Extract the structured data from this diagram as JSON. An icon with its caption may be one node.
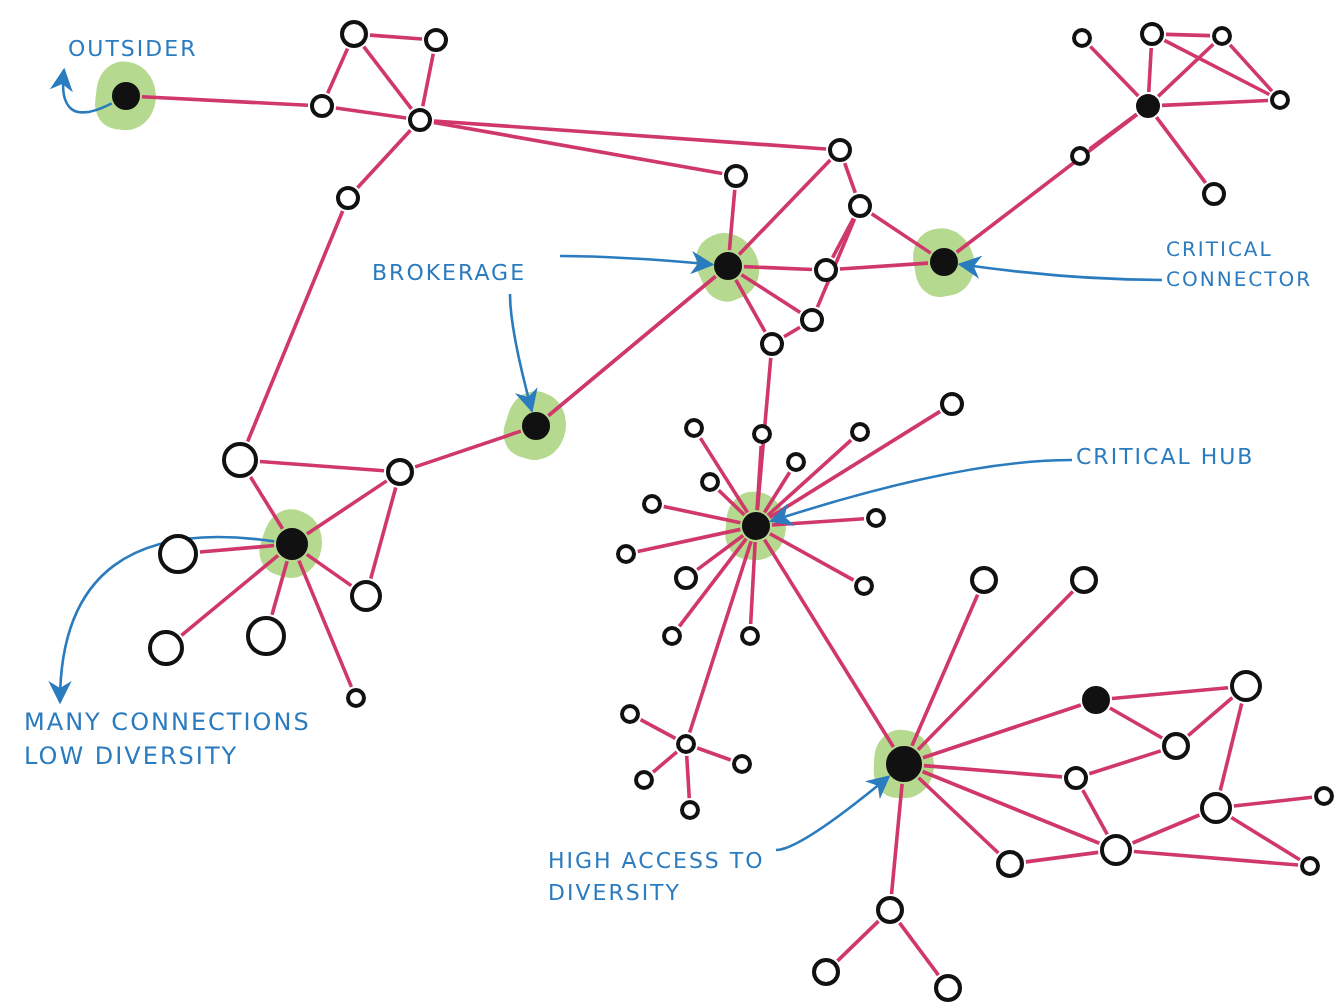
{
  "diagram": {
    "nodes": [
      {
        "text": [
          "OUTSIDER"
        ]
      },
      {
        "text": [],
        "shape": "circle"
      },
      {
        "text": [],
        "shape": "circle"
      },
      {
        "text": [],
        "shape": "circle"
      },
      {
        "text": [],
        "shape": "circle"
      },
      {
        "text": [],
        "shape": "circle"
      },
      {
        "text": [],
        "shape": "circle"
      },
      {
        "text": [],
        "shape": "circle"
      },
      {
        "text": [],
        "shape": "circle"
      },
      {
        "text": [],
        "shape": "circle"
      },
      {
        "text": [],
        "shape": "circle"
      },
      {
        "text": [],
        "shape": "circle"
      },
      {
        "text": [],
        "shape": "circle"
      },
      {
        "text": [],
        "shape": "circle"
      },
      {
        "text": [],
        "shape": "circle"
      },
      {
        "text": [],
        "shape": "circle"
      },
      {
        "text": [],
        "shape": "circle"
      },
      {
        "text": [
          "BROKERAGE"
        ]
      },
      {
        "text": [],
        "shape": "circle"
      },
      {
        "text": [],
        "shape": "circle"
      },
      {
        "text": [],
        "shape": "circle"
      },
      {
        "text": [
          "CRITICAL CONNECTOR"
        ]
      },
      {
        "text": [],
        "shape": "circle"
      },
      {
        "text": [],
        "shape": "circle"
      },
      {
        "text": [],
        "shape": "circle"
      },
      {
        "text": [
          "CRITICAL HUB"
        ]
      },
      {
        "text": [],
        "shape": "circle"
      },
      {
        "text": [],
        "shape": "circle"
      },
      {
        "text": [],
        "shape": "circle"
      },
      {
        "text": [],
        "shape": "circle"
      },
      {
        "text": [],
        "shape": "circle"
      },
      {
        "text": [],
        "shape": "circle"
      },
      {
        "text": [],
        "shape": "circle"
      },
      {
        "text": [],
        "shape": "circle"
      },
      {
        "text": [],
        "shape": "circle"
      },
      {
        "text": [],
        "shape": "circle"
      },
      {
        "text": [],
        "shape": "circle"
      },
      {
        "text": [],
        "shape": "circle"
      },
      {
        "text": [],
        "shape": "circle"
      },
      {
        "text": [],
        "shape": "circle"
      },
      {
        "text": [],
        "shape": "circle"
      },
      {
        "text": [],
        "shape": "circle"
      },
      {
        "text": [],
        "shape": "circle"
      },
      {
        "text": [],
        "shape": "circle"
      },
      {
        "text": [],
        "shape": "circle"
      },
      {
        "text": [],
        "shape": "circle"
      },
      {
        "text": [],
        "shape": "circle"
      },
      {
        "text": [],
        "shape": "circle"
      },
      {
        "text": [],
        "shape": "circle"
      },
      {
        "text": [],
        "shape": "circle"
      },
      {
        "text": [],
        "shape": "circle"
      },
      {
        "text": [],
        "shape": "circle"
      },
      {
        "text": [],
        "shape": "circle"
      },
      {
        "text": [
          "MANY CONNECTIONS LOW DIVERSITY"
        ]
      },
      {
        "text": [],
        "shape": "circle"
      },
      {
        "text": [],
        "shape": "circle"
      },
      {
        "text": [],
        "shape": "circle"
      },
      {
        "text": [],
        "shape": "circle"
      },
      {
        "text": [],
        "shape": "circle"
      },
      {
        "text": [],
        "shape": "circle"
      },
      {
        "text": [],
        "shape": "circle"
      },
      {
        "text": [],
        "shape": "circle"
      },
      {
        "text": [],
        "shape": "circle"
      },
      {
        "text": [],
        "shape": "circle"
      },
      {
        "text": [
          "HIGH ACCESS TO DIVERSITY"
        ]
      },
      {
        "text": [],
        "shape": "circle"
      },
      {
        "text": [],
        "shape": "circle"
      },
      {
        "text": [],
        "shape": "circle"
      },
      {
        "text": [],
        "shape": "circle"
      },
      {
        "text": [],
        "shape": "circle"
      }
    ],
    "edges": [
      {
        "from": 1,
        "to": 4,
        "arrow": "none"
      },
      {
        "from": 4,
        "to": 2,
        "arrow": "none"
      },
      {
        "from": 4,
        "to": 5,
        "arrow": "none"
      },
      {
        "from": 2,
        "to": 5,
        "arrow": "none"
      },
      {
        "from": 2,
        "to": 3,
        "arrow": "none"
      },
      {
        "from": 3,
        "to": 5,
        "arrow": "none"
      },
      {
        "from": 5,
        "to": 6,
        "arrow": "none"
      },
      {
        "from": 5,
        "to": 14,
        "arrow": "none"
      },
      {
        "from": 5,
        "to": 15,
        "arrow": "none"
      },
      {
        "from": 6,
        "to": 32,
        "arrow": "none"
      },
      {
        "from": 7,
        "to": 10,
        "arrow": "none"
      },
      {
        "from": 8,
        "to": 10,
        "arrow": "none"
      },
      {
        "from": 8,
        "to": 9,
        "arrow": "none"
      },
      {
        "from": 8,
        "to": 11,
        "arrow": "none"
      },
      {
        "from": 9,
        "to": 10,
        "arrow": "none"
      },
      {
        "from": 9,
        "to": 11,
        "arrow": "none"
      },
      {
        "from": 10,
        "to": 11,
        "arrow": "none"
      },
      {
        "from": 10,
        "to": 12,
        "arrow": "none"
      },
      {
        "from": 10,
        "to": 13,
        "arrow": "none"
      },
      {
        "from": 20,
        "to": 10,
        "arrow": "none"
      },
      {
        "from": 15,
        "to": 18,
        "arrow": "none"
      },
      {
        "from": 14,
        "to": 18,
        "arrow": "none"
      },
      {
        "from": 14,
        "to": 16,
        "arrow": "none"
      },
      {
        "from": 16,
        "to": 19,
        "arrow": "none"
      },
      {
        "from": 16,
        "to": 20,
        "arrow": "none"
      },
      {
        "from": 18,
        "to": 19,
        "arrow": "none"
      },
      {
        "from": 19,
        "to": 20,
        "arrow": "none"
      },
      {
        "from": 18,
        "to": 22,
        "arrow": "none"
      },
      {
        "from": 18,
        "to": 23,
        "arrow": "none"
      },
      {
        "from": 16,
        "to": 22,
        "arrow": "none"
      },
      {
        "from": 22,
        "to": 23,
        "arrow": "none"
      },
      {
        "from": 23,
        "to": 35,
        "arrow": "none"
      },
      {
        "from": 24,
        "to": 18,
        "arrow": "none"
      },
      {
        "from": 24,
        "to": 33,
        "arrow": "none"
      },
      {
        "from": 32,
        "to": 33,
        "arrow": "none"
      },
      {
        "from": 32,
        "to": 37,
        "arrow": "none"
      },
      {
        "from": 33,
        "to": 37,
        "arrow": "none"
      },
      {
        "from": 33,
        "to": 44,
        "arrow": "none"
      },
      {
        "from": 37,
        "to": 38,
        "arrow": "none"
      },
      {
        "from": 37,
        "to": 44,
        "arrow": "none"
      },
      {
        "from": 37,
        "to": 45,
        "arrow": "none"
      },
      {
        "from": 37,
        "to": 46,
        "arrow": "none"
      },
      {
        "from": 37,
        "to": 51,
        "arrow": "none"
      },
      {
        "from": 35,
        "to": 26,
        "arrow": "none"
      },
      {
        "from": 35,
        "to": 27,
        "arrow": "none"
      },
      {
        "from": 35,
        "to": 28,
        "arrow": "none"
      },
      {
        "from": 35,
        "to": 29,
        "arrow": "none"
      },
      {
        "from": 35,
        "to": 30,
        "arrow": "none"
      },
      {
        "from": 35,
        "to": 31,
        "arrow": "none"
      },
      {
        "from": 35,
        "to": 34,
        "arrow": "none"
      },
      {
        "from": 35,
        "to": 36,
        "arrow": "none"
      },
      {
        "from": 35,
        "to": 39,
        "arrow": "none"
      },
      {
        "from": 35,
        "to": 40,
        "arrow": "none"
      },
      {
        "from": 35,
        "to": 41,
        "arrow": "none"
      },
      {
        "from": 35,
        "to": 47,
        "arrow": "none"
      },
      {
        "from": 35,
        "to": 48,
        "arrow": "none"
      },
      {
        "from": 35,
        "to": 54,
        "arrow": "none"
      },
      {
        "from": 35,
        "to": 56,
        "arrow": "none"
      },
      {
        "from": 52,
        "to": 54,
        "arrow": "none"
      },
      {
        "from": 54,
        "to": 57,
        "arrow": "none"
      },
      {
        "from": 54,
        "to": 58,
        "arrow": "none"
      },
      {
        "from": 54,
        "to": 62,
        "arrow": "none"
      },
      {
        "from": 56,
        "to": 42,
        "arrow": "none"
      },
      {
        "from": 56,
        "to": 43,
        "arrow": "none"
      },
      {
        "from": 56,
        "to": 49,
        "arrow": "none"
      },
      {
        "from": 56,
        "to": 59,
        "arrow": "none"
      },
      {
        "from": 56,
        "to": 63,
        "arrow": "none"
      },
      {
        "from": 56,
        "to": 65,
        "arrow": "none"
      },
      {
        "from": 56,
        "to": 67,
        "arrow": "none"
      },
      {
        "from": 49,
        "to": 55,
        "arrow": "none"
      },
      {
        "from": 49,
        "to": 50,
        "arrow": "none"
      },
      {
        "from": 55,
        "to": 50,
        "arrow": "none"
      },
      {
        "from": 55,
        "to": 59,
        "arrow": "none"
      },
      {
        "from": 59,
        "to": 63,
        "arrow": "none"
      },
      {
        "from": 63,
        "to": 61,
        "arrow": "none"
      },
      {
        "from": 61,
        "to": 50,
        "arrow": "none"
      },
      {
        "from": 61,
        "to": 60,
        "arrow": "none"
      },
      {
        "from": 61,
        "to": 66,
        "arrow": "none"
      },
      {
        "from": 63,
        "to": 66,
        "arrow": "none"
      },
      {
        "from": 63,
        "to": 65,
        "arrow": "none"
      },
      {
        "from": 67,
        "to": 68,
        "arrow": "none"
      },
      {
        "from": 67,
        "to": 69,
        "arrow": "none"
      },
      {
        "from": 1,
        "to": 0,
        "arrow": "to",
        "color": "#2b7bbf"
      },
      {
        "from": 17,
        "to": 18,
        "arrow": "to",
        "color": "#2b7bbf"
      },
      {
        "from": 17,
        "to": 24,
        "arrow": "to",
        "color": "#2b7bbf"
      },
      {
        "from": 21,
        "to": 20,
        "arrow": "to",
        "color": "#2b7bbf"
      },
      {
        "from": 25,
        "to": 35,
        "arrow": "to",
        "color": "#2b7bbf"
      },
      {
        "from": 37,
        "to": 53,
        "arrow": "to",
        "color": "#2b7bbf"
      },
      {
        "from": 64,
        "to": 56,
        "arrow": "to",
        "color": "#2b7bbf"
      }
    ]
  }
}
